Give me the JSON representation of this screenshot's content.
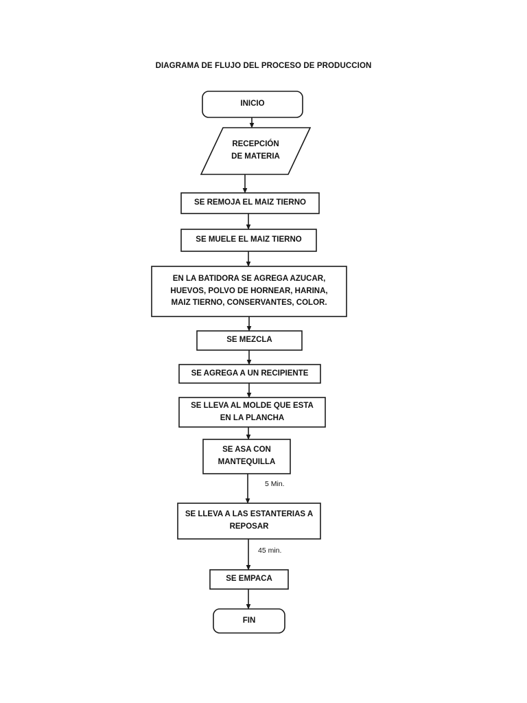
{
  "document": {
    "title": "DIAGRAMA DE FLUJO DEL PROCESO DE PRODUCCION",
    "page_background": "#ffffff",
    "stroke_color": "#1a1a1a",
    "text_color": "#111111"
  },
  "flowchart": {
    "type": "flowchart",
    "orientation": "top-to-bottom",
    "nodes": [
      {
        "id": "inicio",
        "shape": "rounded-rectangle",
        "lines": [
          "INICIO"
        ]
      },
      {
        "id": "recepcion",
        "shape": "parallelogram",
        "lines": [
          "RECEPCIÓN",
          "DE MATERIA"
        ]
      },
      {
        "id": "remoja",
        "shape": "rectangle",
        "lines": [
          "SE REMOJA EL MAIZ TIERNO"
        ]
      },
      {
        "id": "muele",
        "shape": "rectangle",
        "lines": [
          "SE MUELE EL MAIZ TIERNO"
        ]
      },
      {
        "id": "batidora",
        "shape": "rectangle",
        "lines": [
          "EN LA BATIDORA SE AGREGA AZUCAR,",
          "HUEVOS, POLVO DE HORNEAR, HARINA,",
          "MAIZ TIERNO, CONSERVANTES, COLOR."
        ]
      },
      {
        "id": "mezcla",
        "shape": "rectangle",
        "lines": [
          "SE MEZCLA"
        ]
      },
      {
        "id": "recipiente",
        "shape": "rectangle",
        "lines": [
          "SE AGREGA A UN RECIPIENTE"
        ]
      },
      {
        "id": "molde",
        "shape": "rectangle",
        "lines": [
          "SE LLEVA AL MOLDE QUE ESTA",
          "EN LA PLANCHA"
        ]
      },
      {
        "id": "asa",
        "shape": "rectangle",
        "lines": [
          "SE ASA CON",
          "MANTEQUILLA"
        ]
      },
      {
        "id": "estanterias",
        "shape": "rectangle",
        "lines": [
          "SE LLEVA A LAS ESTANTERIAS A",
          "REPOSAR"
        ]
      },
      {
        "id": "empaca",
        "shape": "rectangle",
        "lines": [
          "SE EMPACA"
        ]
      },
      {
        "id": "fin",
        "shape": "rounded-rectangle",
        "lines": [
          "FIN"
        ]
      }
    ],
    "edges": [
      {
        "from": "inicio",
        "to": "recepcion",
        "label": ""
      },
      {
        "from": "recepcion",
        "to": "remoja",
        "label": ""
      },
      {
        "from": "remoja",
        "to": "muele",
        "label": ""
      },
      {
        "from": "muele",
        "to": "batidora",
        "label": ""
      },
      {
        "from": "batidora",
        "to": "mezcla",
        "label": ""
      },
      {
        "from": "mezcla",
        "to": "recipiente",
        "label": ""
      },
      {
        "from": "recipiente",
        "to": "molde",
        "label": ""
      },
      {
        "from": "molde",
        "to": "asa",
        "label": ""
      },
      {
        "from": "asa",
        "to": "estanterias",
        "label": "5 Min."
      },
      {
        "from": "estanterias",
        "to": "empaca",
        "label": "45 min."
      },
      {
        "from": "empaca",
        "to": "fin",
        "label": ""
      }
    ]
  }
}
